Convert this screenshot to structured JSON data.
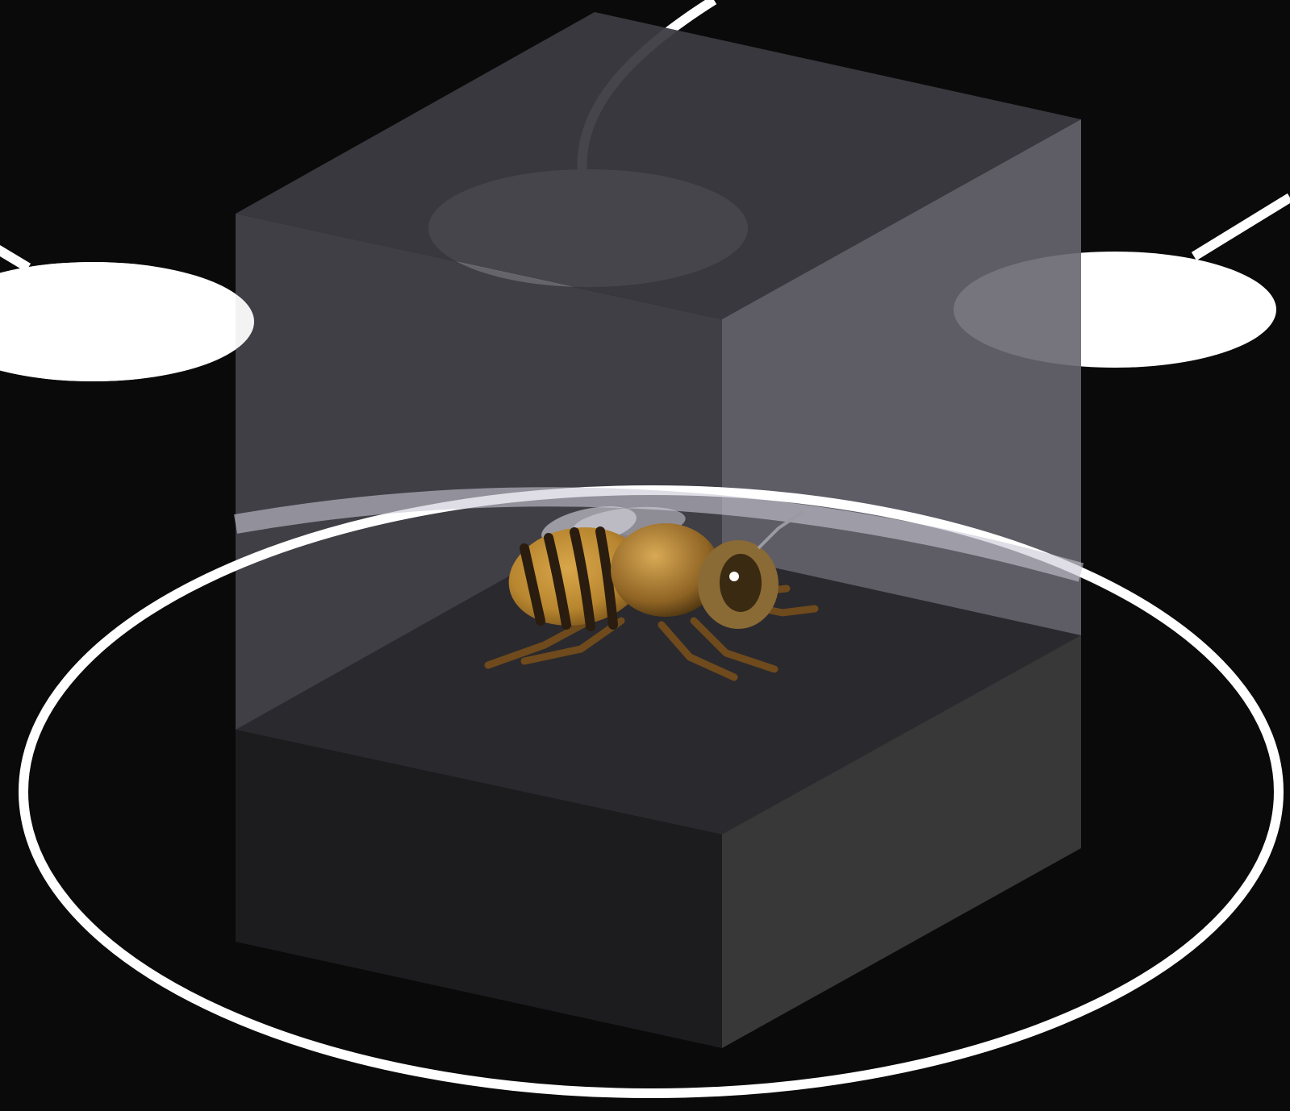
{
  "scene": {
    "background_color": "#0a0a0a",
    "subject": "honeybee",
    "objects": [
      {
        "name": "camera-top",
        "icon": "ellipse-disc",
        "color": "#ffffff"
      },
      {
        "name": "camera-left",
        "icon": "ellipse-disc",
        "color": "#ffffff"
      },
      {
        "name": "camera-right",
        "icon": "ellipse-disc",
        "color": "#ffffff"
      },
      {
        "name": "enclosure-box",
        "icon": "translucent-cube",
        "color": "#5e5c68"
      },
      {
        "name": "arena-ring",
        "icon": "ellipse-ring",
        "color": "#ffffff"
      },
      {
        "name": "bee",
        "icon": "bee-icon",
        "color": "#b8862f"
      }
    ]
  },
  "colors": {
    "background": "#0a0a0a",
    "box_back": "#3c3b41",
    "box_front": "#434148",
    "box_right": "#5e5c68",
    "box_top": "#2e2d33",
    "box_base_front": "#1c1c1e",
    "box_base_right": "#383838",
    "white": "#ffffff",
    "bee_body": "#b8862f",
    "bee_stripe": "#2a1d0f"
  }
}
